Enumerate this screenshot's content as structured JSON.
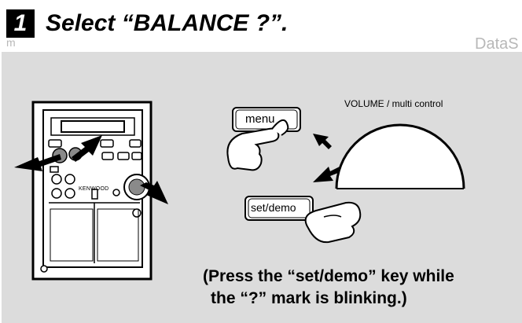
{
  "step": {
    "number": "1",
    "title": "Select “BALANCE ?”."
  },
  "watermark": {
    "left": "m",
    "right": "DataS"
  },
  "device": {
    "brand": "KENWOOD"
  },
  "labels": {
    "menu": "menu",
    "set_demo": "set/demo",
    "volume": "VOLUME / multi control"
  },
  "note": {
    "line1": "(Press the “set/demo” key while",
    "line2": "the “?” mark is blinking.)"
  },
  "colors": {
    "panel": "#dcdcdc",
    "ink": "#000000",
    "watermark": "#b8b8b8"
  },
  "icons": [
    "pointing-hand-icon",
    "arrow-icon",
    "volume-dial-icon"
  ]
}
